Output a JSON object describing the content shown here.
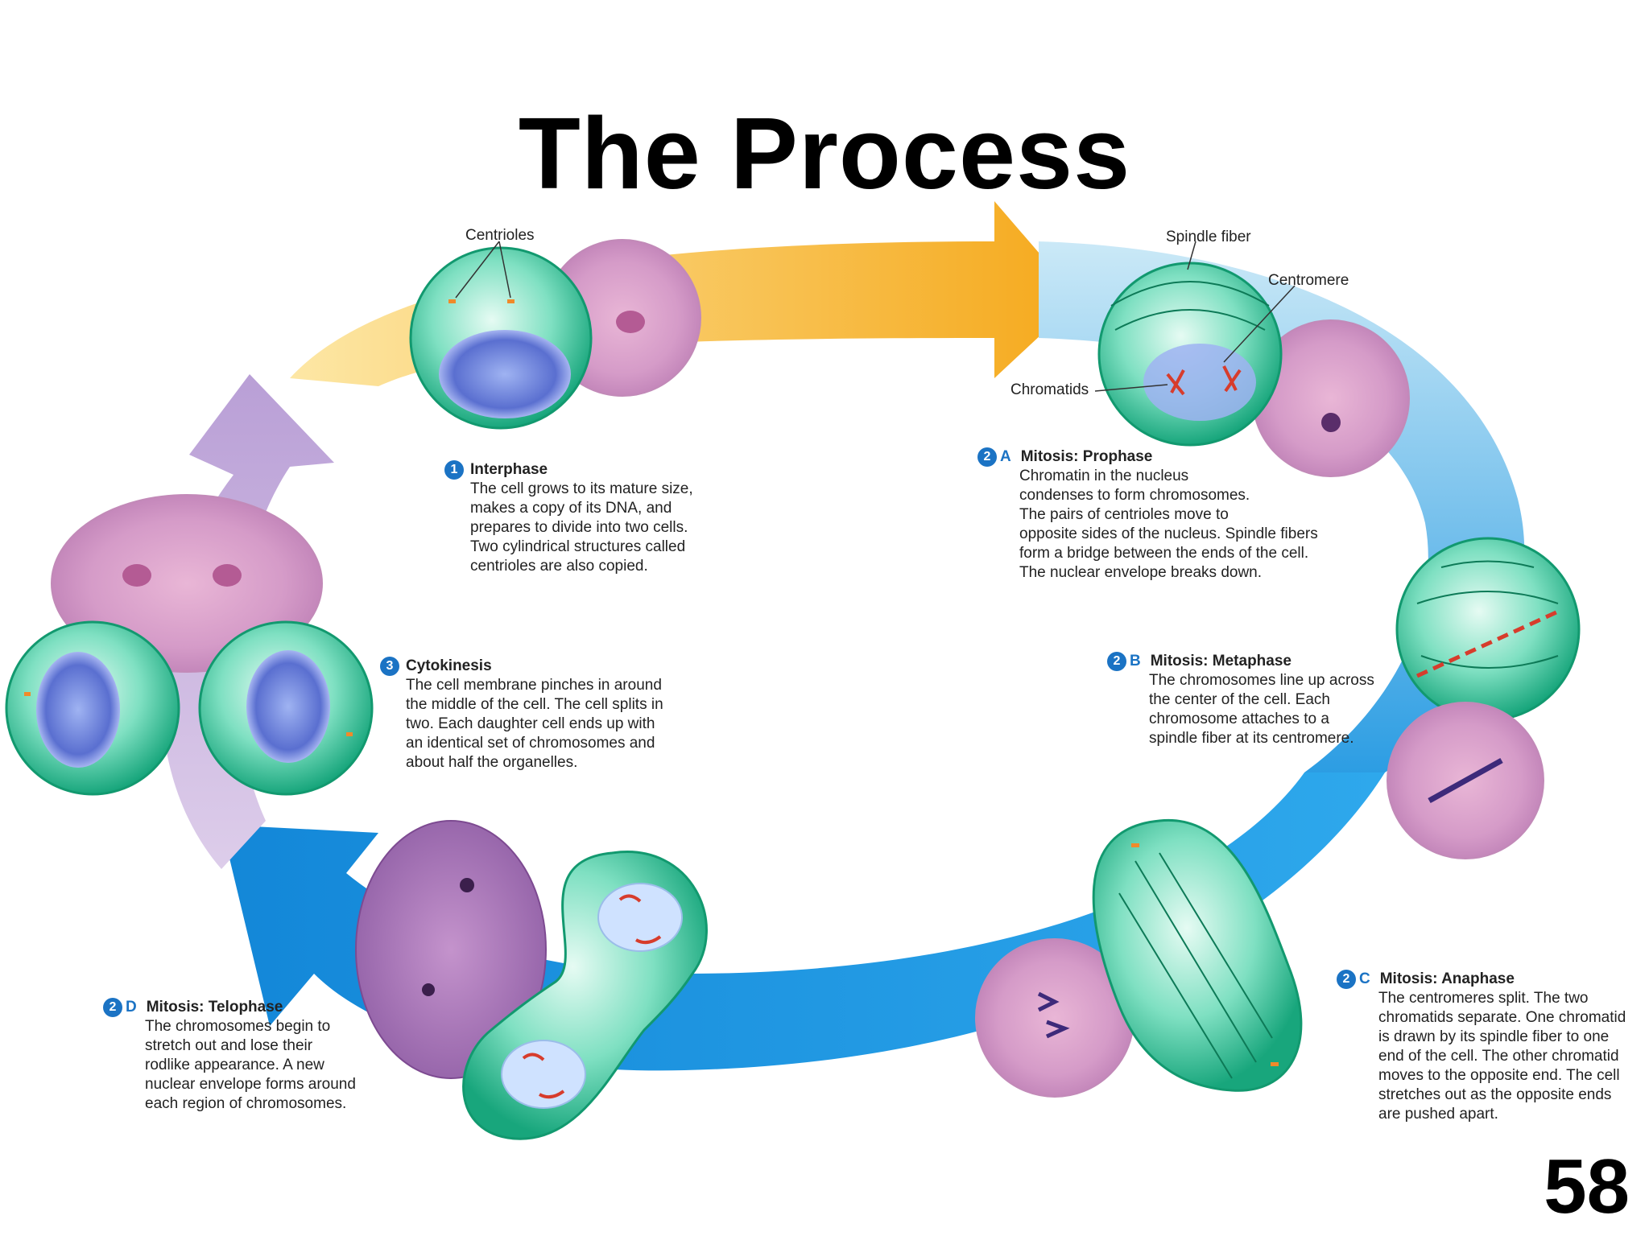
{
  "title": "The Process",
  "page_number": "58",
  "labels": {
    "centrioles": "Centrioles",
    "spindle_fiber": "Spindle fiber",
    "centromere": "Centromere",
    "chromatids": "Chromatids"
  },
  "stages": {
    "interphase": {
      "number": "1",
      "letter": "",
      "heading": "Interphase",
      "body": "The cell grows to its mature size,\nmakes a copy of its DNA, and\nprepares to divide into two cells.\nTwo cylindrical structures called\ncentrioles are also copied."
    },
    "prophase": {
      "number": "2",
      "letter": "A",
      "heading": "Mitosis: Prophase",
      "body": "Chromatin in the nucleus\ncondenses to form chromosomes.\nThe pairs of centrioles move to\nopposite sides of the nucleus. Spindle fibers\nform a bridge between the ends of the cell.\nThe nuclear envelope breaks down."
    },
    "metaphase": {
      "number": "2",
      "letter": "B",
      "heading": "Mitosis: Metaphase",
      "body": "The chromosomes line up across\nthe center of the cell. Each\nchromosome attaches to a\nspindle fiber at its centromere."
    },
    "anaphase": {
      "number": "2",
      "letter": "C",
      "heading": "Mitosis: Anaphase",
      "body": "The centromeres split. The two\nchromatids separate. One chromatid\nis drawn by its spindle fiber to one\nend of the cell. The other chromatid\nmoves to the opposite end. The cell\nstretches out as the opposite ends\nare pushed apart."
    },
    "telophase": {
      "number": "2",
      "letter": "D",
      "heading": "Mitosis: Telophase",
      "body": "The chromosomes begin to\nstretch out and lose their\nrodlike appearance. A new\nnuclear envelope forms around\neach region of chromosomes."
    },
    "cytokinesis": {
      "number": "3",
      "letter": "",
      "heading": "Cytokinesis",
      "body": "The cell membrane pinches in around\nthe middle of the cell. The cell splits in\ntwo. Each daughter cell ends up with\nan identical set of chromosomes and\nabout half the organelles."
    }
  }
}
